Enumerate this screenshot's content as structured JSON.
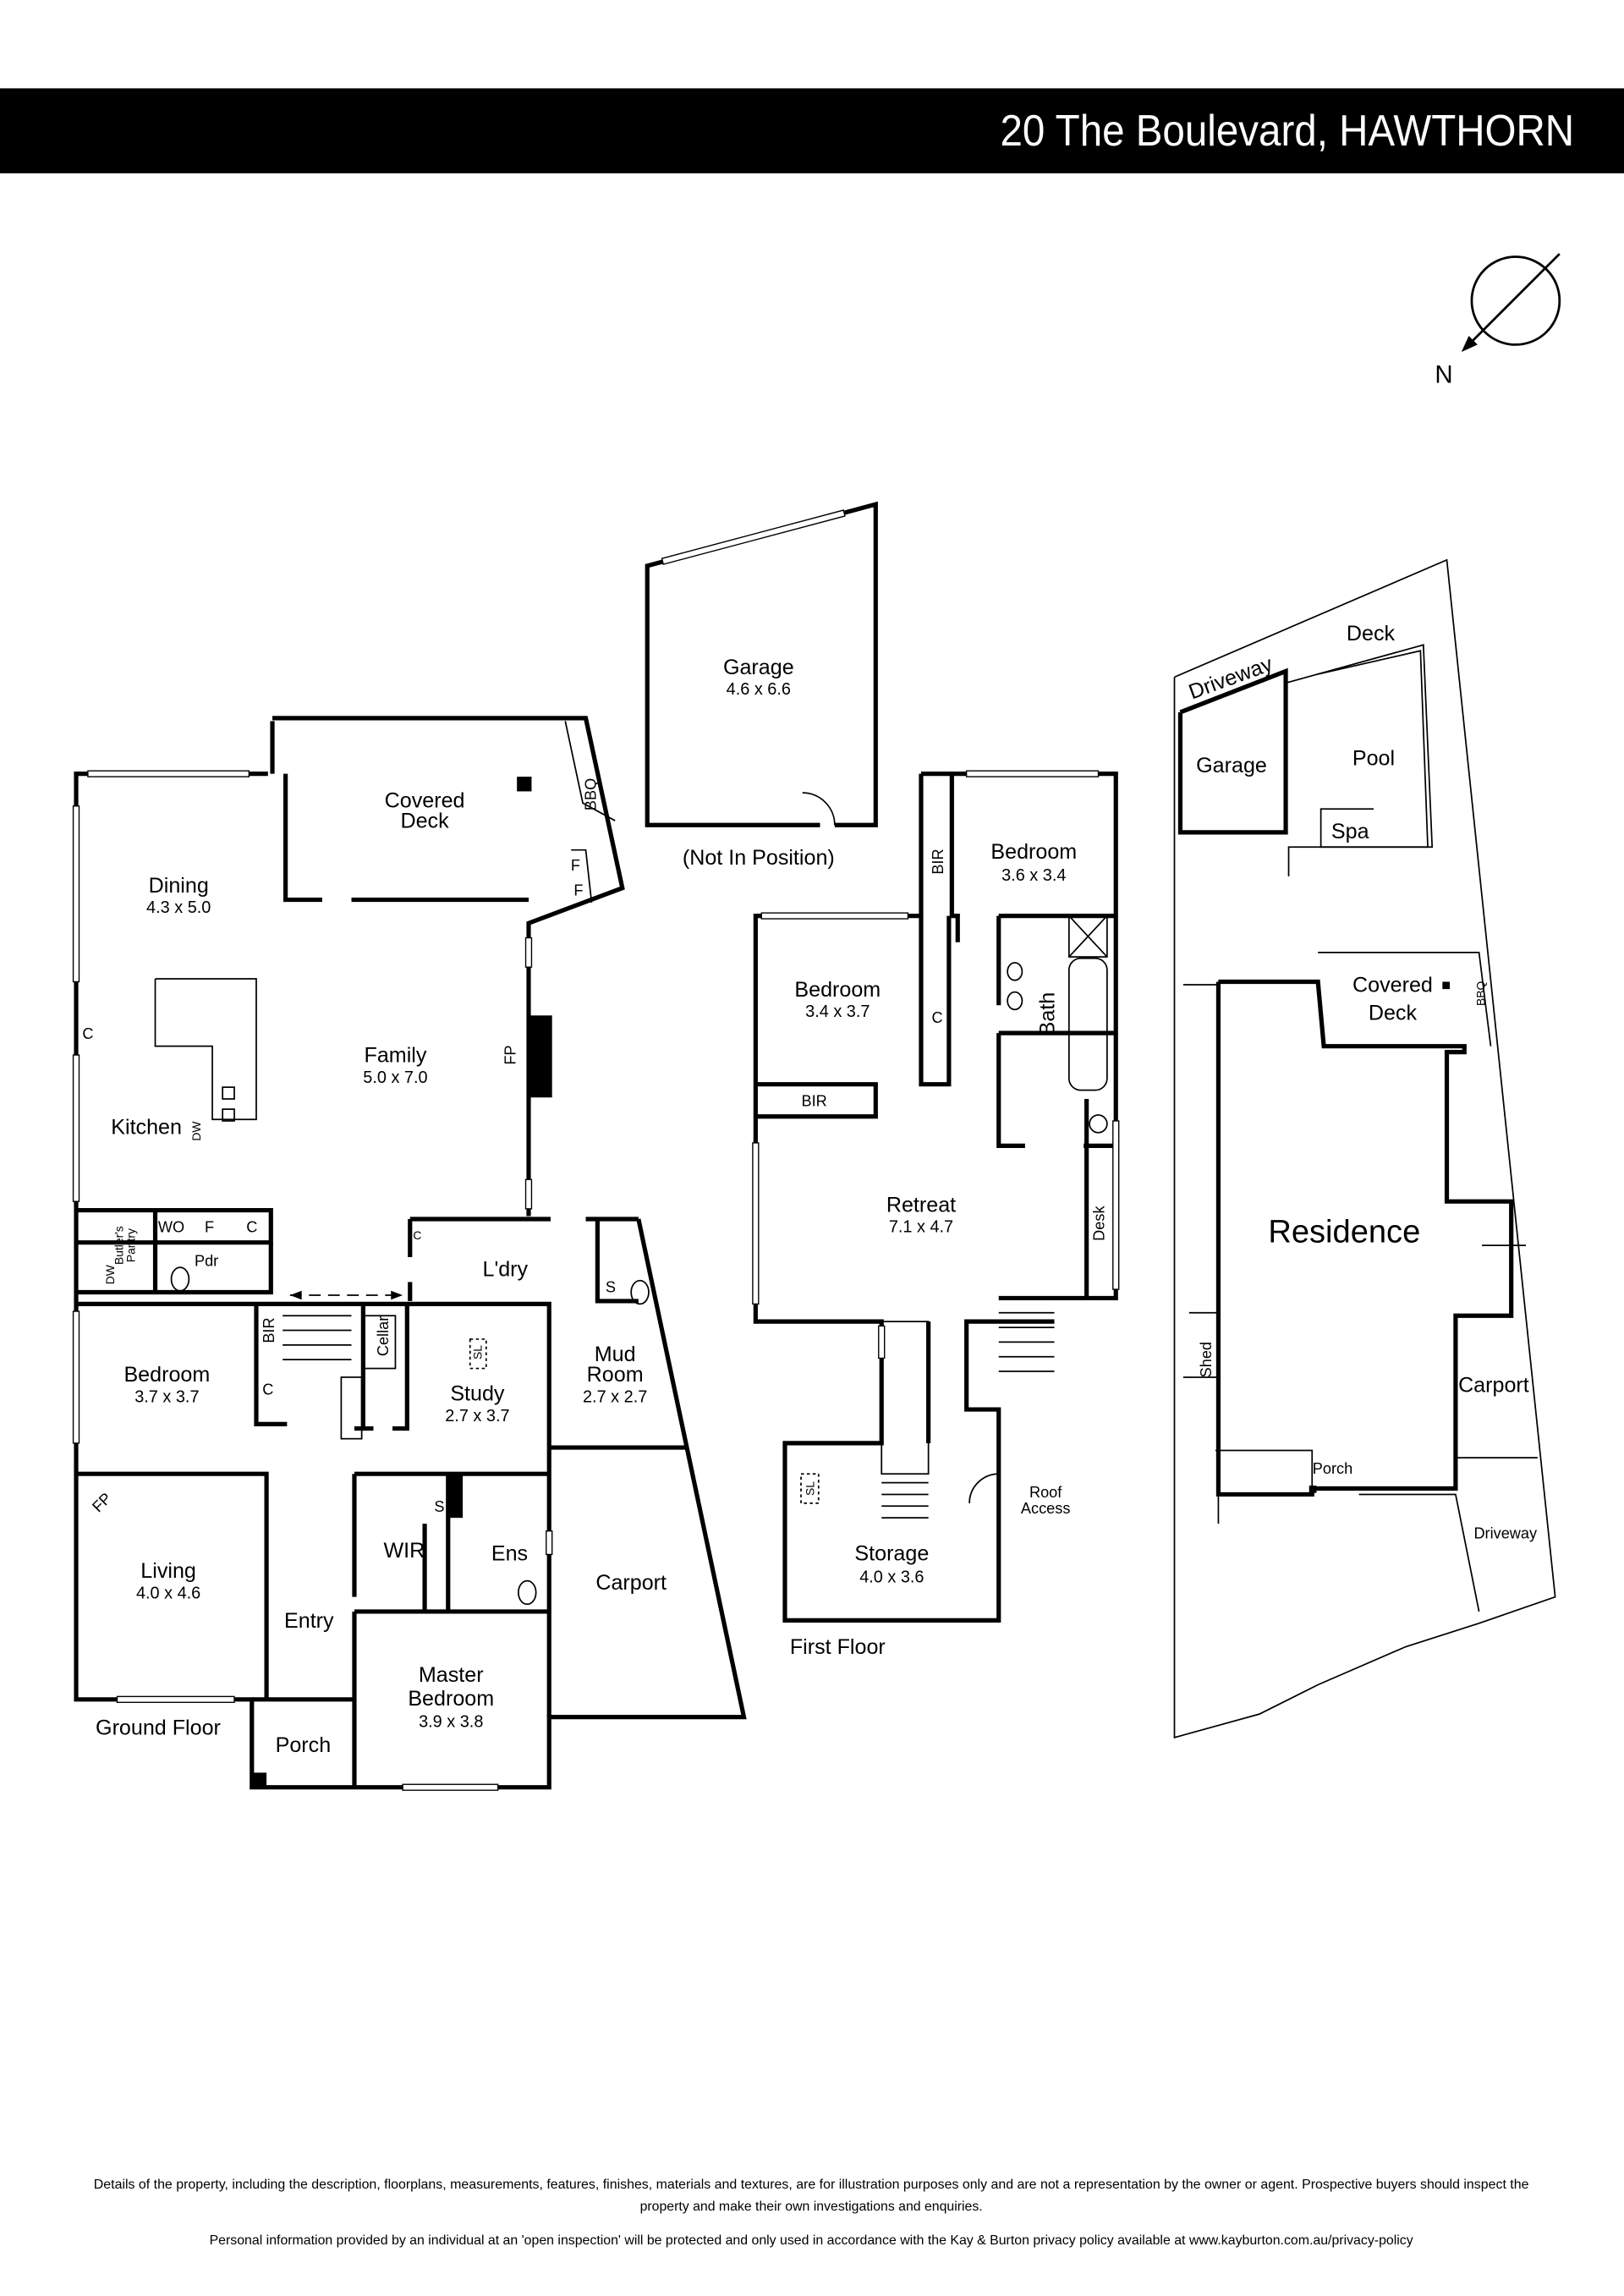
{
  "header": {
    "title": "20 The Boulevard, HAWTHORN",
    "bar_color": "#000000"
  },
  "compass": {
    "label": "N"
  },
  "ground_floor": {
    "label": "Ground Floor",
    "rooms": {
      "covered_deck": [
        "Covered",
        "Deck"
      ],
      "bbq": "BBQ",
      "fridge1": "F",
      "fridge2": "F",
      "dining": {
        "name": "Dining",
        "size": "4.3 x 5.0"
      },
      "family": {
        "name": "Family",
        "size": "5.0 x 7.0"
      },
      "fp": "FP",
      "kitchen_c": "C",
      "kitchen": "Kitchen",
      "kitchen_dw": "DW",
      "butlers_pantry": [
        "Butler's",
        "Pantry"
      ],
      "pantry_dw": "DW",
      "wo": "WO",
      "f": "F",
      "c": "C",
      "pdr": "Pdr",
      "laundry": "L'dry",
      "laundry_c": "C",
      "laundry_s": "S",
      "cellar": "Cellar",
      "bed_bir": "BIR",
      "bed_c": "C",
      "study_sl": "SL",
      "bedroom": {
        "name": "Bedroom",
        "size": "3.7 x 3.7"
      },
      "study": {
        "name": "Study",
        "size": "2.7 x 3.7"
      },
      "mud_room": {
        "name": [
          "Mud",
          "Room"
        ],
        "size": "2.7 x 2.7"
      },
      "living": {
        "name": "Living",
        "size": "4.0 x 4.6"
      },
      "living_fp": "FP",
      "wir": "WIR",
      "ens_s": "S",
      "ens": "Ens",
      "carport": "Carport",
      "entry": "Entry",
      "master": {
        "name": [
          "Master",
          "Bedroom"
        ],
        "size": "3.9 x 3.8"
      },
      "porch": "Porch"
    }
  },
  "garage_block": {
    "name": "Garage",
    "size": "4.6 x 6.6",
    "note": "(Not In Position)"
  },
  "first_floor": {
    "label": "First Floor",
    "rooms": {
      "bir1": "BIR",
      "bedroom1": {
        "name": "Bedroom",
        "size": "3.6 x 3.4"
      },
      "bedroom2": {
        "name": "Bedroom",
        "size": "3.4 x 3.7"
      },
      "c": "C",
      "bath": "Bath",
      "bir2": "BIR",
      "retreat": {
        "name": "Retreat",
        "size": "7.1 x 4.7"
      },
      "desk": "Desk",
      "sl": "SL",
      "roof_access": [
        "Roof",
        "Access"
      ],
      "storage": {
        "name": "Storage",
        "size": "4.0 x 3.6"
      }
    }
  },
  "site_plan": {
    "deck": "Deck",
    "driveway_top": "Driveway",
    "garage": "Garage",
    "pool": "Pool",
    "spa": "Spa",
    "covered_deck": [
      "Covered",
      "Deck"
    ],
    "bbq": "BBQ",
    "residence": "Residence",
    "shed": "Shed",
    "carport": "Carport",
    "porch": "Porch",
    "driveway_bottom": "Driveway"
  },
  "footer": {
    "disclaimer_1": "Details of the property, including the description, floorplans, measurements, features, finishes, materials and textures, are for illustration purposes only and are not a representation by the owner or agent.  Prospective buyers should inspect the",
    "disclaimer_2": "property and make their own investigations and enquiries.",
    "privacy": "Personal information provided by an individual at an 'open inspection' will be protected and only used in accordance with the Kay & Burton privacy policy available at www.kayburton.com.au/privacy-policy"
  }
}
